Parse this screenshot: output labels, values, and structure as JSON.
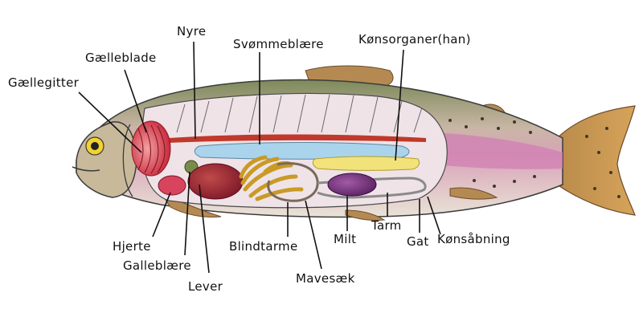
{
  "diagram": {
    "subject": "",
    "labels": {
      "gaellegitter": "Gællegitter",
      "gaelleblade": "Gælleblade",
      "nyre": "Nyre",
      "svommeblaere": "Svømmeblære",
      "konsorganer": "Kønsorganer(han)",
      "hjerte": "Hjerte",
      "galleblaere": "Galleblære",
      "lever": "Lever",
      "blindtarme": "Blindtarme",
      "mavesaek": "Mavesæk",
      "milt": "Milt",
      "tarm": "Tarm",
      "gat": "Gat",
      "konsabning": "Kønsåbning"
    }
  }
}
